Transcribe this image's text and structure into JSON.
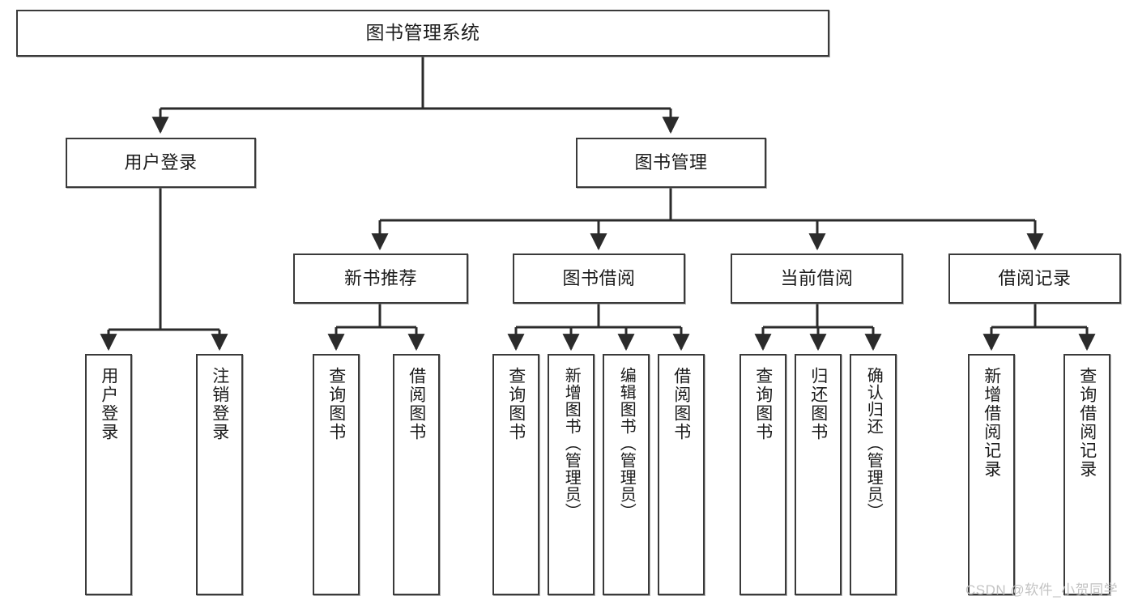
{
  "diagram": {
    "title": "图书管理系统",
    "type": "tree",
    "watermark": "CSDN @软件_小贺同学",
    "colors": {
      "background": "#ffffff",
      "node_border": "#3a3a3a",
      "node_fill": "#ffffff",
      "edge": "#2b2b2b",
      "text": "#1b1b1b",
      "watermark": "#c3c3c3"
    },
    "levels": {
      "root": {
        "label": "图书管理系统"
      },
      "level1": [
        {
          "label": "用户登录"
        },
        {
          "label": "图书管理"
        }
      ],
      "level2": [
        {
          "label": "新书推荐"
        },
        {
          "label": "图书借阅"
        },
        {
          "label": "当前借阅"
        },
        {
          "label": "借阅记录"
        }
      ],
      "leaves": {
        "user_login": [
          {
            "label": "用户登录"
          },
          {
            "label": "注销登录"
          }
        ],
        "new_book_recommend": [
          {
            "label": "查询图书"
          },
          {
            "label": "借阅图书"
          }
        ],
        "book_borrow": [
          {
            "label": "查询图书"
          },
          {
            "label": "新增图书（管理员）"
          },
          {
            "label": "编辑图书（管理员）"
          },
          {
            "label": "借阅图书"
          }
        ],
        "current_borrow": [
          {
            "label": "查询图书"
          },
          {
            "label": "归还图书"
          },
          {
            "label": "确认归还（管理员）"
          }
        ],
        "borrow_record": [
          {
            "label": "新增借阅记录"
          },
          {
            "label": "查询借阅记录"
          }
        ]
      }
    }
  }
}
